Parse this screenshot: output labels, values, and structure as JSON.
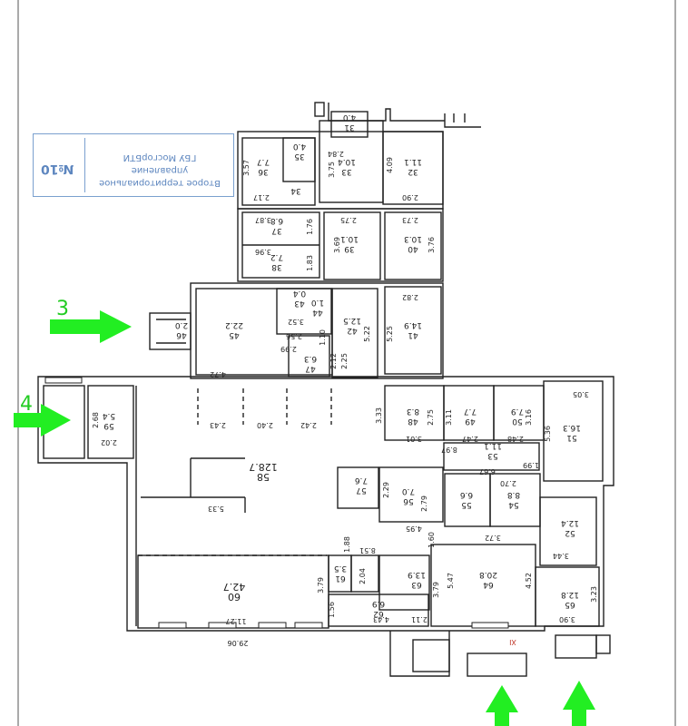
{
  "stamp": {
    "lines": [
      "Второе территориальное",
      "управление",
      "ГБУ МосгорБТИ"
    ],
    "number": "№10"
  },
  "entrances": [
    {
      "id": "3",
      "label": "3"
    },
    {
      "id": "4",
      "label": "4"
    }
  ],
  "rooms": [
    {
      "no": "31",
      "area": "4.0"
    },
    {
      "no": "32",
      "area": "11.1"
    },
    {
      "no": "33",
      "area": "10.4"
    },
    {
      "no": "34",
      "area": ""
    },
    {
      "no": "35",
      "area": "4.0"
    },
    {
      "no": "36",
      "area": "7.7"
    },
    {
      "no": "37",
      "area": "6.8"
    },
    {
      "no": "38",
      "area": "7.2"
    },
    {
      "no": "39",
      "area": "10.1"
    },
    {
      "no": "40",
      "area": "10.3"
    },
    {
      "no": "41",
      "area": "14.9"
    },
    {
      "no": "42",
      "area": "12.5"
    },
    {
      "no": "43",
      "area": "0.4"
    },
    {
      "no": "44",
      "area": "1.0"
    },
    {
      "no": "45",
      "area": "22.2"
    },
    {
      "no": "46",
      "area": "2.0"
    },
    {
      "no": "47",
      "area": "6.3"
    },
    {
      "no": "48",
      "area": "8.3"
    },
    {
      "no": "49",
      "area": "7.7"
    },
    {
      "no": "50",
      "area": "7.9"
    },
    {
      "no": "51",
      "area": "16.3"
    },
    {
      "no": "52",
      "area": "12.4"
    },
    {
      "no": "53",
      "area": "11.1"
    },
    {
      "no": "54",
      "area": "8.8"
    },
    {
      "no": "55",
      "area": "6.6"
    },
    {
      "no": "56",
      "area": "7.0"
    },
    {
      "no": "57",
      "area": "7.6"
    },
    {
      "no": "58",
      "area": "128.7"
    },
    {
      "no": "59",
      "area": "5.4"
    },
    {
      "no": "60",
      "area": "42.7"
    },
    {
      "no": "61",
      "area": "3.5"
    },
    {
      "no": "62",
      "area": "6.9"
    },
    {
      "no": "63",
      "area": "13.9"
    },
    {
      "no": "64",
      "area": "20.8"
    },
    {
      "no": "65",
      "area": "12.8"
    }
  ],
  "dimensions": [
    "3.57",
    "2.17",
    "2.84",
    "3.75",
    "4.09",
    "2.90",
    "3.87",
    "1.76",
    "2.75",
    "2.73",
    "3.69",
    "3.76",
    "3.96",
    "1.83",
    "2.82",
    "3.52",
    "5.22",
    "5.25",
    "2.56",
    "1.10",
    "2.99",
    "2.12",
    "2.25",
    "4.72",
    "3.33",
    "2.75",
    "3.11",
    "3.16",
    "3.05",
    "2.68",
    "2.02",
    "2.43",
    "2.40",
    "2.42",
    "3.01",
    "2.47",
    "2.48",
    "5.36",
    "8.97",
    "1.99",
    "6.67",
    "2.70",
    "2.29",
    "2.79",
    "5.33",
    "4.95",
    "1.60",
    "3.72",
    "1.88",
    "8.51",
    "3.44",
    "5.47",
    "4.52",
    "3.79",
    "2.04",
    "3.79",
    "3.23",
    "1.56",
    "4.43",
    "2.11",
    "11.27",
    "29.06",
    "3.90",
    "XI"
  ],
  "corner_text": "—— ——"
}
